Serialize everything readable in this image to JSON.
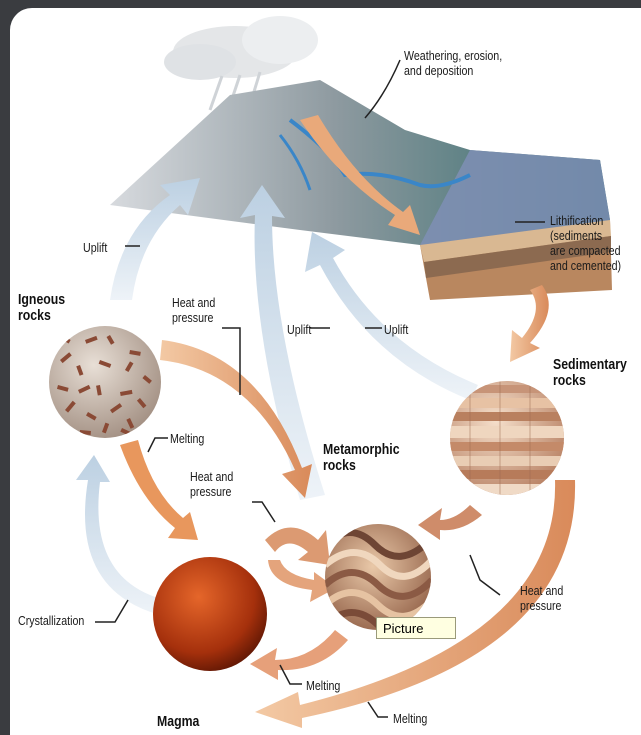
{
  "labels": {
    "weathering": "Weathering, erosion,\nand deposition",
    "lithification": "Lithification\n(sediments\nare compacted\nand cemented)",
    "uplift_left": "Uplift",
    "uplift_mid1": "Uplift",
    "uplift_mid2": "Uplift",
    "igneous": "Igneous\nrocks",
    "heat_pressure_1": "Heat and\npressure",
    "sedimentary": "Sedimentary\nrocks",
    "melting_1": "Melting",
    "metamorphic": "Metamorphic\nrocks",
    "heat_pressure_2": "Heat and\npressure",
    "heat_pressure_3": "Heat and\npressure",
    "crystallization": "Crystallization",
    "melting_2": "Melting",
    "magma": "Magma",
    "melting_3": "Melting"
  },
  "tooltip": {
    "text": "Picture"
  },
  "colors": {
    "frame": "#3a3c40",
    "panel": "#ffffff",
    "arrow_orange": "#e9a97a",
    "arrow_blue": "#c9d8e6",
    "tooltip_bg": "#ffffe1"
  }
}
